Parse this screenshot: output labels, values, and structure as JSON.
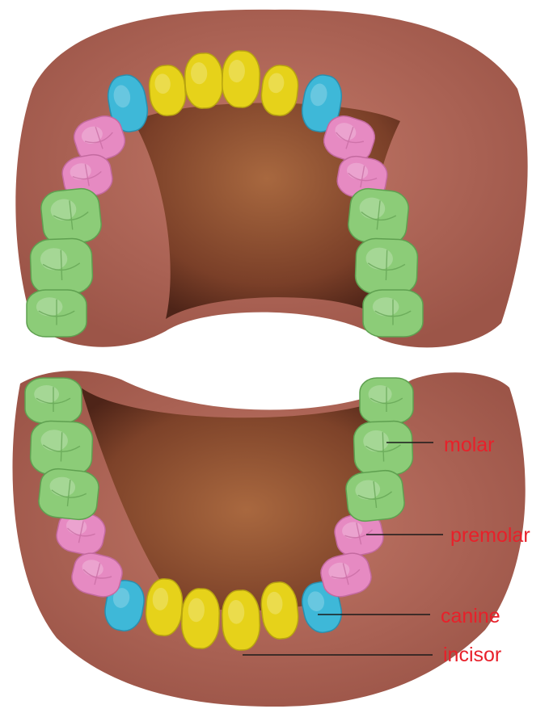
{
  "labels": {
    "molar": "molar",
    "premolar": "premolar",
    "canine": "canine",
    "incisor": "incisor"
  },
  "colors": {
    "label_text": "#e8202a",
    "leader_line": "#1a1a1a",
    "gum": "#b56a5e",
    "gum_dark": "#8e4a40",
    "palate": "#9a5a3e",
    "palate_dark": "#5a2a1c",
    "incisor": "#e6d21a",
    "canine": "#3eb8d8",
    "premolar": "#e68ac2",
    "molar": "#8ccc78"
  },
  "tooth_types": [
    "incisor",
    "canine",
    "premolar",
    "molar"
  ]
}
